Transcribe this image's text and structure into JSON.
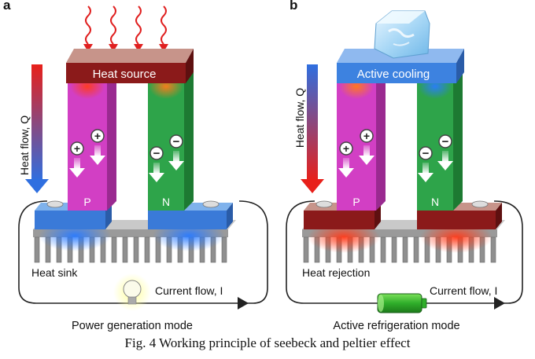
{
  "panel_a": {
    "letter": "a",
    "top_block_label": "Heat source",
    "axis_label": "Heat flow, Q",
    "left_leg_label": "P",
    "right_leg_label": "N",
    "sink_label": "Heat sink",
    "current_label": "Current flow, I",
    "mode_label": "Power generation mode"
  },
  "panel_b": {
    "letter": "b",
    "top_block_label": "Active cooling",
    "axis_label": "Heat flow, Q",
    "left_leg_label": "P",
    "right_leg_label": "N",
    "sink_label": "Heat rejection",
    "current_label": "Current flow, I",
    "mode_label": "Active refrigeration mode"
  },
  "caption": "Fig. 4 Working principle of seebeck and peltier effect",
  "colors": {
    "heat_source": "#8b1a1a",
    "active_cooling": "#3d82e0",
    "p_leg": "#d23fc4",
    "n_leg": "#2ea44a",
    "heat_sink": "#9a9a9a",
    "hot": "#e8201a",
    "cold": "#2f6fe0"
  },
  "icons": [
    "wavy-heat-arrow-icon",
    "ice-cube-icon",
    "light-bulb-icon",
    "battery-icon",
    "positive-charge-icon",
    "negative-charge-icon"
  ]
}
